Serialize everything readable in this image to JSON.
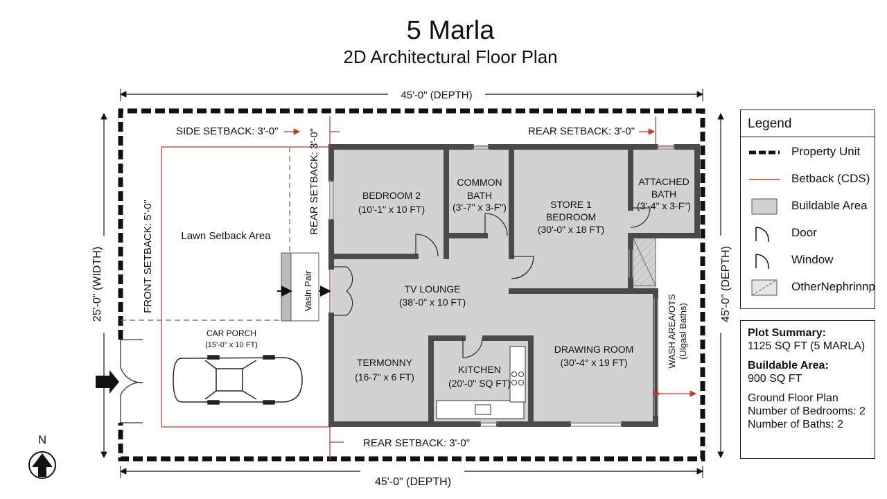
{
  "title": {
    "main": "5 Marla",
    "sub": "2D Architectural Floor Plan"
  },
  "dimensions": {
    "top": "45'-0\" (DEPTH)",
    "bottom": "45'-0\" (DEPTH)",
    "left": "25'-0\" (WIDTH)",
    "right": "45'-0\" (DEPTH)"
  },
  "setbacks": {
    "side": "SIDE SETBACK: 3'-0\"",
    "rear_top_vertical": "REAR SETBACK: 3'-0\"",
    "rear_top_right": "REAR SETBACK: 3'-0\"",
    "rear_bottom": "REAR SETBACK: 3'-0\"",
    "front": "FRONT SETBACK: 5'-0\""
  },
  "areas": {
    "lawn": "Lawn Setback Area",
    "vash": "Vasln Pair",
    "wash_line1": "WASH AREA/OTS",
    "wash_line2": "(Ulgasl Baths)"
  },
  "rooms": {
    "bedroom2": {
      "name": "BEDROOM 2",
      "size": "(10'-1\" x 10 FT)"
    },
    "common_bath": {
      "name1": "COMMON",
      "name2": "BATH",
      "size": "(3'-7\" x 3-F\")"
    },
    "store_bedroom": {
      "name1": "STORE 1",
      "name2": "BEDROOM",
      "size": "(30'-0\" x 18 FT)"
    },
    "attached_bath": {
      "name1": "ATTACHED",
      "name2": "BATH",
      "size": "(3'-4\" x 3-F\")"
    },
    "tv_lounge": {
      "name": "TV LOUNGE",
      "size": "(38'-0\" x 10 FT)"
    },
    "termonny": {
      "name": "TERMONNY",
      "size": "(16-7\" x 6 FT)"
    },
    "kitchen": {
      "name": "KITCHEN",
      "size": "(20'-0\" SQ FT)"
    },
    "drawing_room": {
      "name": "DRAWING ROOM",
      "size": "(30'-4° x 19 FT)"
    },
    "car_porch": {
      "name": "CAR PORCH",
      "size": "(15'-0\" x 10 FT)"
    }
  },
  "legend": {
    "title": "Legend",
    "items": [
      {
        "label": "Property Unit",
        "icon": "dashed-thick-line-icon"
      },
      {
        "label": "Betback (CDS)",
        "icon": "red-line-icon"
      },
      {
        "label": "Buildable Area",
        "icon": "gray-box-icon"
      },
      {
        "label": "Door",
        "icon": "door-swing-icon"
      },
      {
        "label": "Window",
        "icon": "window-swing-icon"
      },
      {
        "label": "OtherNephrinnp",
        "icon": "hatched-box-icon"
      }
    ]
  },
  "summary": {
    "plot_heading": "Plot Summary:",
    "plot_value": "1125 SQ FT (5 MARLA)",
    "buildable_heading": "Buildable Area:",
    "buildable_value": "900 SQ FT",
    "line1": "Ground Floor Plan",
    "line2": "Number of Bedrooms: 2",
    "line3": "Number of Baths: 2"
  },
  "north": {
    "label": "N"
  },
  "colors": {
    "wall": "#4a4a4a",
    "buildable": "#d2d2d2",
    "setback": "#c0392b",
    "property": "#111111"
  }
}
